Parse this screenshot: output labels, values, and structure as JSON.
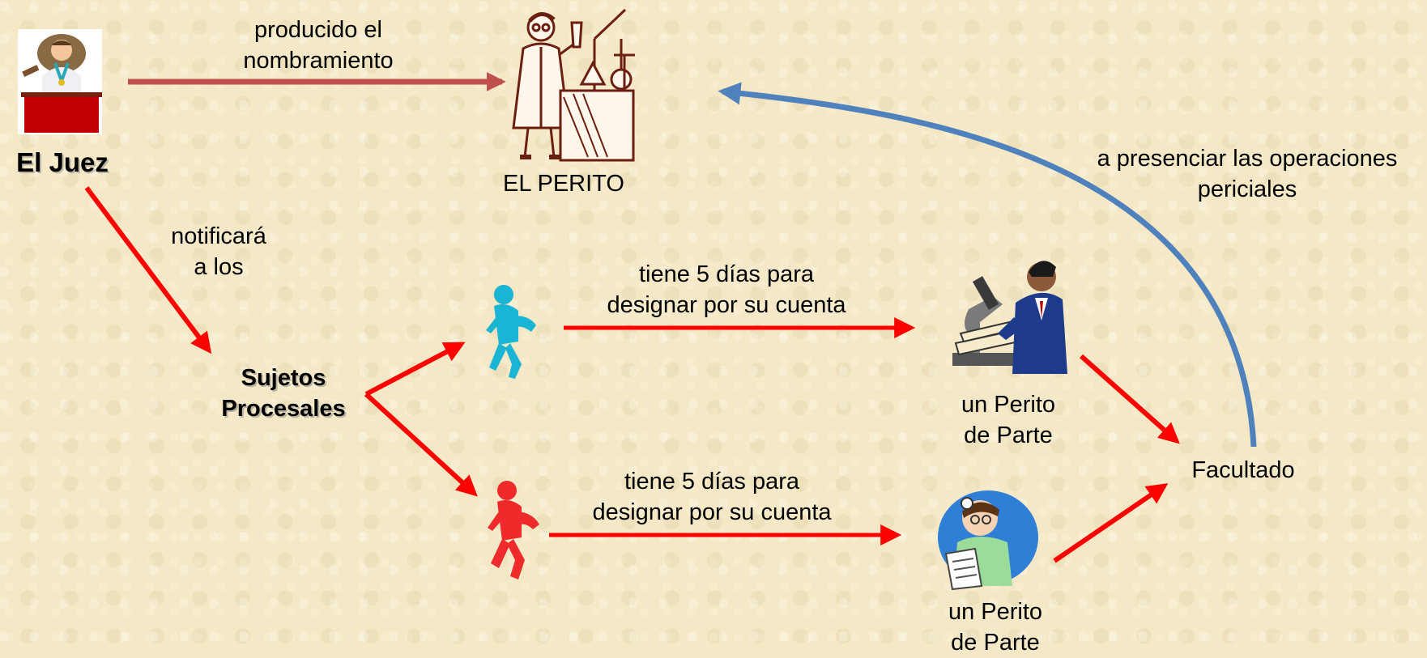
{
  "colors": {
    "background": "#f4e8c6",
    "red_arrow": "#ff0000",
    "brown_arrow": "#c0504d",
    "blue_arrow": "#4f81bd"
  },
  "nodes": {
    "juez": {
      "label": "El Juez",
      "icon": "judge-icon"
    },
    "perito": {
      "label": "EL PERITO",
      "icon": "chemist-icon"
    },
    "sujetos": {
      "label": "Sujetos Procesales"
    },
    "sujeto_a": {
      "icon": "blue-runner-icon"
    },
    "sujeto_b": {
      "icon": "red-runner-icon"
    },
    "perito_parte_1": {
      "label_line1": "un Perito",
      "label_line2": "de Parte",
      "icon": "microscope-scientist-icon"
    },
    "perito_parte_2": {
      "label_line1": "un Perito",
      "label_line2": "de Parte",
      "icon": "doctor-icon"
    },
    "facultado": {
      "label": "Facultado"
    }
  },
  "edges": {
    "nombramiento": {
      "line1": "producido el",
      "line2": "nombramiento"
    },
    "notificara": {
      "line1": "notificará",
      "line2": "a los"
    },
    "designar_a": {
      "line1": "tiene 5 días para",
      "line2": "designar por su cuenta"
    },
    "designar_b": {
      "line1": "tiene 5 días para",
      "line2": "designar por su cuenta"
    },
    "presenciar": {
      "line1": "a presenciar las operaciones",
      "line2": "periciales"
    }
  }
}
